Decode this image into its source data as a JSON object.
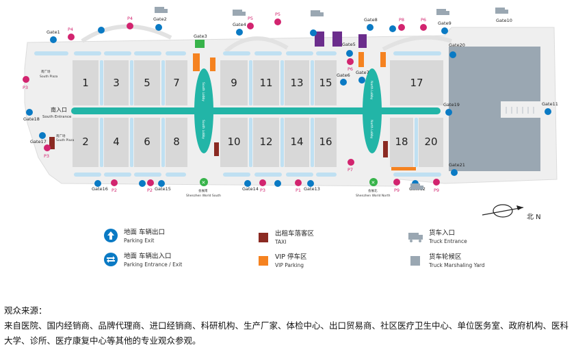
{
  "halls": [
    "1",
    "2",
    "3",
    "4",
    "5",
    "6",
    "7",
    "8",
    "9",
    "10",
    "11",
    "12",
    "13",
    "14",
    "15",
    "16",
    "17",
    "18",
    "20"
  ],
  "gates": {
    "gate1": "Gate1",
    "gate2": "Gate2",
    "gate3": "Gate3",
    "gate4": "Gate4",
    "gate5": "Gate5",
    "gate6": "Gate6",
    "gate7": "Gate7",
    "gate8": "Gate8",
    "gate9": "Gate9",
    "gate10": "Gate10",
    "gate11": "Gate11",
    "gate12": "Gate12",
    "gate13": "Gate13",
    "gate14": "Gate14",
    "gate15": "Gate15",
    "gate16": "Gate16",
    "gate17": "Gate17",
    "gate18": "Gate18",
    "gate19": "Gate19",
    "gate20": "Gate20",
    "gate21": "Gate21"
  },
  "parking_tags": {
    "p1": "P1",
    "p2": "P2",
    "p3": "P3",
    "p4": "P4",
    "p5": "P5",
    "p6": "P6",
    "p7": "P7",
    "p8": "P8",
    "p9": "P9"
  },
  "entrances": {
    "south_entrance_cn": "南入口",
    "south_entrance_en": "South Entrance",
    "south_plaza_cn": "南广场",
    "south_plaza_en": "South Plaza",
    "metro_south_cn": "会展南",
    "metro_south_en": "Shenzhen World South",
    "metro_north_cn": "会展北",
    "metro_north_en": "Shenzhen World North",
    "south_lobby": "South Lobby",
    "north_lobby": "North Lobby"
  },
  "compass": {
    "north": "北 N"
  },
  "legend": {
    "parking_exit_cn": "地面 车辆出口",
    "parking_exit_en": "Parking Exit",
    "parking_entrance_exit_cn": "地面 车辆出入口",
    "parking_entrance_exit_en": "Parking Entrance / Exit",
    "taxi_cn": "出租车落客区",
    "taxi_en": "TAXI",
    "vip_cn": "VIP 停车区",
    "vip_en": "VIP Parking",
    "truck_entrance_cn": "货车入口",
    "truck_entrance_en": "Truck Entrance",
    "truck_yard_cn": "货车轮候区",
    "truck_yard_en": "Truck Marshaling Yard"
  },
  "colors": {
    "hall": "#d8d8d8",
    "teal": "#22b5a7",
    "blue": "#0a7ac4",
    "magenta": "#d2246f",
    "taxi": "#8b2a22",
    "vip": "#f58220",
    "purple": "#6b2d8c",
    "truck_yard": "#9aa7b2",
    "passage": "#bfe0f2"
  },
  "source": {
    "heading": "观众来源：",
    "body": "来自医院、国内经销商、品牌代理商、进口经销商、科研机构、生产厂家、体检中心、出口贸易商、社区医疗卫生中心、单位医务室、政府机构、医科大学、诊所、医疗康复中心等其他的专业观众参观。"
  }
}
